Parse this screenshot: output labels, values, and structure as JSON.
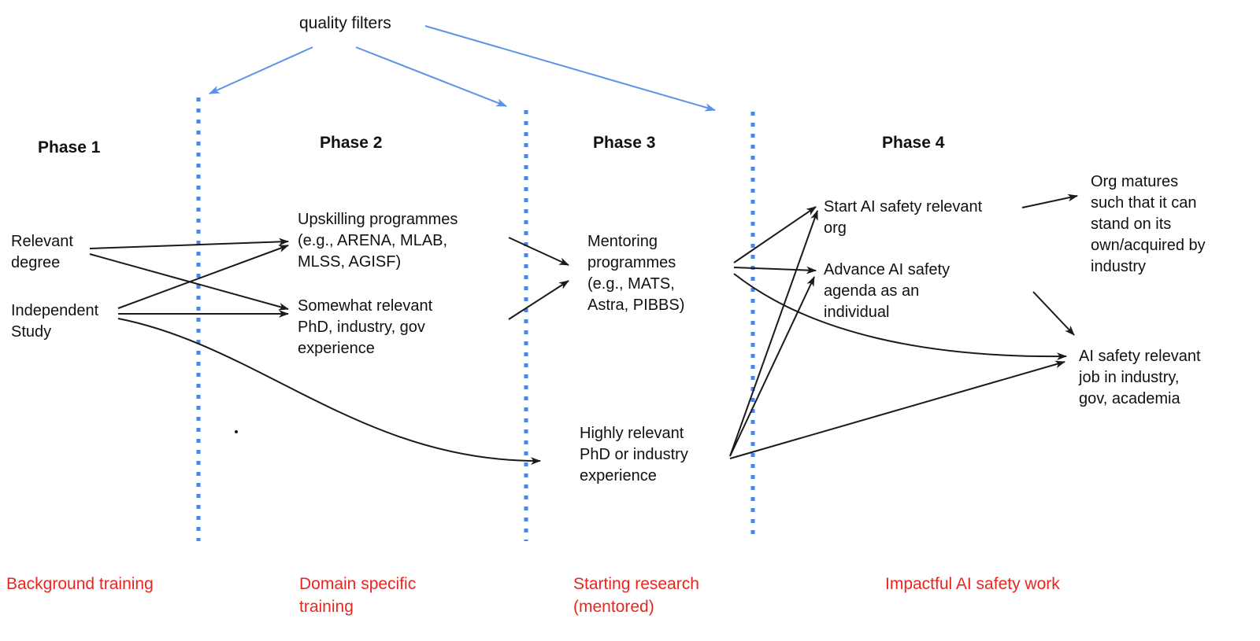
{
  "header": {
    "quality_filters": "quality filters"
  },
  "phases": [
    {
      "label": "Phase 1",
      "stage_label": "Background training"
    },
    {
      "label": "Phase 2",
      "stage_label": "Domain specific\ntraining"
    },
    {
      "label": "Phase 3",
      "stage_label": "Starting research\n(mentored)"
    },
    {
      "label": "Phase 4",
      "stage_label": "Impactful AI safety work"
    }
  ],
  "nodes": {
    "relevant_degree": "Relevant\ndegree",
    "independent_study": "Independent\nStudy",
    "upskilling_programmes": "Upskilling programmes\n(e.g., ARENA, MLAB,\nMLSS, AGISF)",
    "somewhat_relevant_experience": "Somewhat relevant\nPhD, industry, gov\nexperience",
    "mentoring_programmes": "Mentoring\nprogrammes\n(e.g., MATS,\nAstra, PIBBS)",
    "highly_relevant_experience": "Highly relevant\nPhD or industry\nexperience",
    "start_org": "Start AI safety relevant\norg",
    "advance_agenda": "Advance AI safety\nagenda as an\nindividual",
    "org_matures": "Org matures\nsuch that it can\nstand on its\nown/acquired by\nindustry",
    "ai_safety_job": "AI safety relevant\njob in industry,\ngov, academia"
  },
  "colors": {
    "divider_blue": "#4a86e8",
    "arrow_blue": "#5e92ea",
    "label_red": "#e8261f",
    "text_black": "#111111",
    "arrow_black": "#1a1a1a"
  }
}
